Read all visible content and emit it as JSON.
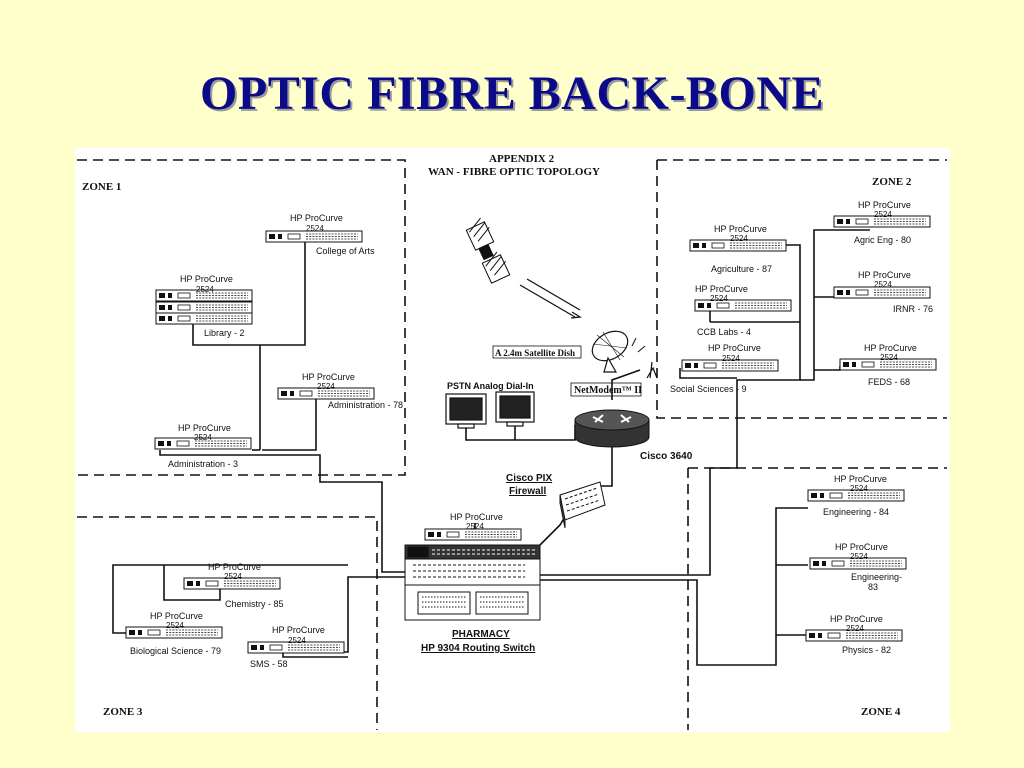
{
  "title": "OPTIC FIBRE BACK-BONE",
  "appendix": {
    "line1": "APPENDIX 2",
    "line2": "WAN - FIBRE OPTIC TOPOLOGY"
  },
  "zones": {
    "zone1": "ZONE 1",
    "zone2": "ZONE 2",
    "zone3": "ZONE 3",
    "zone4": "ZONE 4"
  },
  "device_model": {
    "name": "HP ProCurve",
    "number": "2524"
  },
  "nodes": {
    "college_of_arts": "College of Arts",
    "library": "Library - 2",
    "administration_78": "Administration - 78",
    "administration_3": "Administration - 3",
    "agric_eng": "Agric Eng - 80",
    "agriculture": "Agriculture - 87",
    "irnr": "IRNR - 76",
    "ccb_labs": "CCB Labs - 4",
    "social_sciences": "Social Sciences - 9",
    "feds": "FEDS - 68",
    "chemistry": "Chemistry - 85",
    "biological_science": "Biological Science - 79",
    "sms": "SMS - 58",
    "engineering_84": "Engineering - 84",
    "engineering_83_a": "Engineering-",
    "engineering_83_b": "83",
    "physics": "Physics - 82"
  },
  "center": {
    "satellite_dish": "A 2.4m Satellite Dish",
    "pstn": "PSTN Analog Dial-In",
    "netmodem": "NetModem™ II",
    "cisco_router": "Cisco 3640",
    "firewall_line1": "Cisco PIX",
    "firewall_line2": "Firewall",
    "routing_line1": "PHARMACY",
    "routing_line2": "HP 9304 Routing Switch"
  },
  "colors": {
    "background": "#ffffcc",
    "title": "#0b0b8a",
    "line": "#111111"
  }
}
